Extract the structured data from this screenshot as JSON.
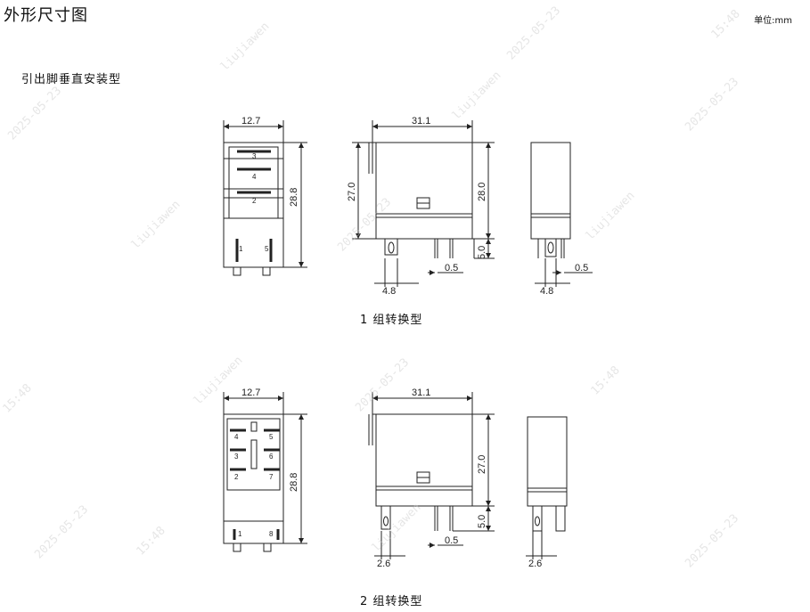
{
  "header": {
    "title": "外形尺寸图",
    "unit": "单位:mm"
  },
  "section_label": "引出脚垂直安装型",
  "diagram1": {
    "caption": "1 组转换型",
    "front": {
      "width": "12.7",
      "height": "28.8",
      "pins_top": [
        "3",
        "4",
        "2"
      ],
      "pins_bottom": [
        "1",
        "5"
      ]
    },
    "side": {
      "width": "31.1",
      "body_h": "27.0",
      "total_h": "28.0",
      "pin_len": "5.0",
      "pin_gap": "4.8",
      "pin_thk": "0.5"
    },
    "end": {
      "pin_gap": "4.8",
      "pin_thk": "0.5"
    }
  },
  "diagram2": {
    "caption": "2 组转换型",
    "front": {
      "width": "12.7",
      "height": "28.8",
      "pins_left": [
        "4",
        "3",
        "2"
      ],
      "pins_right": [
        "5",
        "6",
        "7"
      ],
      "pins_bottom": [
        "1",
        "8"
      ]
    },
    "side": {
      "width": "31.1",
      "body_h": "27.0",
      "pin_len": "5.0",
      "pin_gap": "2.6",
      "pin_thk": "0.5"
    },
    "end": {
      "pin_gap": "2.6"
    }
  },
  "watermark": {
    "texts": [
      "liujiawen",
      "2025-05-23",
      "15:48"
    ]
  }
}
